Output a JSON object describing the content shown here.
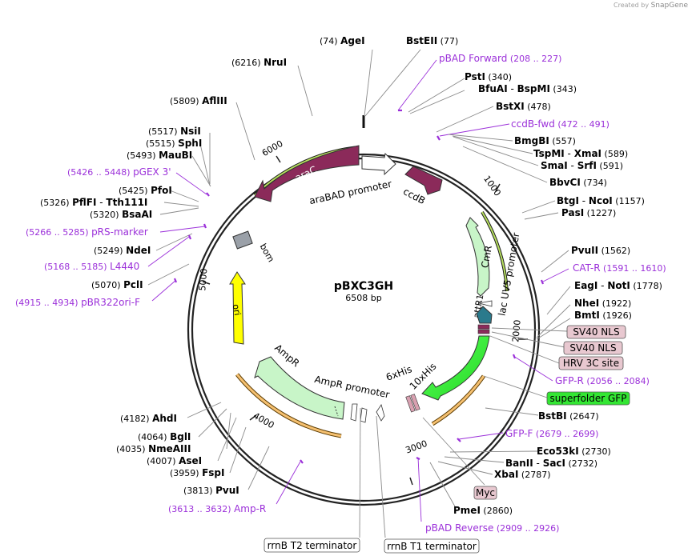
{
  "watermark": {
    "prefix": "Created by",
    "brand": "SnapGene"
  },
  "plasmid": {
    "name": "pBXC3GH",
    "length_label": "6508 bp",
    "length_bp": 6508
  },
  "colors": {
    "enzyme": "#000000",
    "primer": "#9b30d9",
    "arac": "#8b2a5a",
    "cmr": "#c8f5c8",
    "ori": "#ffff00",
    "sfgfp": "#33e633",
    "ampr": "#c8f5c8",
    "bom": "#9aa0a8",
    "neutral": "#ffffff"
  },
  "scale_ticks": [
    "1000",
    "2000",
    "3000",
    "4000",
    "5000",
    "6000"
  ],
  "features": [
    {
      "name": "araC",
      "label": "araC",
      "color": "#8b2a5a",
      "label_color": "#ffffff"
    },
    {
      "name": "araBAD-promoter",
      "label": "araBAD promoter",
      "color": "#ffffff",
      "label_color": "#000000"
    },
    {
      "name": "ccdB",
      "label": "ccdB",
      "color": "#8b2a5a",
      "label_color": "#000000"
    },
    {
      "name": "CmR",
      "label": "CmR",
      "color": "#c8f5c8",
      "label_color": "#000000"
    },
    {
      "name": "lac-UV5-promoter",
      "label": "lac UV5 promoter",
      "color": "#ffffff",
      "label_color": "#000000"
    },
    {
      "name": "attR1",
      "label": "attR1",
      "color": "#2a7a8c",
      "label_color": "#000000"
    },
    {
      "name": "10xHis",
      "label": "10xHis",
      "color": "#d8a0b0",
      "label_color": "#000000"
    },
    {
      "name": "6xHis",
      "label": "6xHis",
      "color": "#d8a0b0",
      "label_color": "#000000"
    },
    {
      "name": "AmpR-promoter",
      "label": "AmpR promoter",
      "color": "#ffffff",
      "label_color": "#000000"
    },
    {
      "name": "AmpR",
      "label": "AmpR",
      "color": "#c8f5c8",
      "label_color": "#000000"
    },
    {
      "name": "ori",
      "label": "ori",
      "color": "#ffff00",
      "label_color": "#000000"
    },
    {
      "name": "bom",
      "label": "bom",
      "color": "#9aa0a8",
      "label_color": "#000000"
    }
  ],
  "labels": [
    {
      "id": "ageI",
      "kind": "enzyme",
      "pos": "(74)",
      "name": "AgeI"
    },
    {
      "id": "bsteii",
      "kind": "enzyme",
      "name": "BstEII",
      "pos": "(77)"
    },
    {
      "id": "nruI",
      "kind": "enzyme",
      "pos": "(6216)",
      "name": "NruI"
    },
    {
      "id": "pbadfwd",
      "kind": "primer",
      "name": "pBAD Forward",
      "pos": "(208 .. 227)"
    },
    {
      "id": "pstI",
      "kind": "enzyme",
      "name": "PstI",
      "pos": "(340)"
    },
    {
      "id": "bfuai",
      "kind": "enzyme",
      "name": "BfuAI",
      "name2": "BspMI",
      "pos": "(343)"
    },
    {
      "id": "afliii",
      "kind": "enzyme",
      "pos": "(5809)",
      "name": "AflIII"
    },
    {
      "id": "bstxi",
      "kind": "enzyme",
      "name": "BstXI",
      "pos": "(478)"
    },
    {
      "id": "ccdbfwd",
      "kind": "primer",
      "name": "ccdB-fwd",
      "pos": "(472 .. 491)"
    },
    {
      "id": "nsiI",
      "kind": "enzyme",
      "pos": "(5517)",
      "name": "NsiI"
    },
    {
      "id": "sphI",
      "kind": "enzyme",
      "pos": "(5515)",
      "name": "SphI"
    },
    {
      "id": "bmgbi",
      "kind": "enzyme",
      "name": "BmgBI",
      "pos": "(557)"
    },
    {
      "id": "maubi",
      "kind": "enzyme",
      "pos": "(5493)",
      "name": "MauBI"
    },
    {
      "id": "tspmi",
      "kind": "enzyme",
      "name": "TspMI",
      "name2": "XmaI",
      "pos": "(589)"
    },
    {
      "id": "smaI",
      "kind": "enzyme",
      "name": "SmaI",
      "name2": "SrfI",
      "pos": "(591)"
    },
    {
      "id": "pgex3",
      "kind": "primer",
      "pos": "(5426 .. 5448)",
      "name": "pGEX 3'"
    },
    {
      "id": "bbvci",
      "kind": "enzyme",
      "name": "BbvCI",
      "pos": "(734)"
    },
    {
      "id": "pfoI",
      "kind": "enzyme",
      "pos": "(5425)",
      "name": "PfoI"
    },
    {
      "id": "pflfi",
      "kind": "enzyme",
      "pos": "(5326)",
      "name": "PflFI",
      "name2": "Tth111I"
    },
    {
      "id": "btgI",
      "kind": "enzyme",
      "name": "BtgI",
      "name2": "NcoI",
      "pos": "(1157)"
    },
    {
      "id": "bsaai",
      "kind": "enzyme",
      "pos": "(5320)",
      "name": "BsaAI"
    },
    {
      "id": "pasI",
      "kind": "enzyme",
      "name": "PasI",
      "pos": "(1227)"
    },
    {
      "id": "prsmarker",
      "kind": "primer",
      "pos": "(5266 .. 5285)",
      "name": "pRS-marker"
    },
    {
      "id": "ndeI",
      "kind": "enzyme",
      "pos": "(5249)",
      "name": "NdeI"
    },
    {
      "id": "pvuII",
      "kind": "enzyme",
      "name": "PvuII",
      "pos": "(1562)"
    },
    {
      "id": "l4440",
      "kind": "primer",
      "pos": "(5168 .. 5185)",
      "name": "L4440"
    },
    {
      "id": "catr",
      "kind": "primer",
      "name": "CAT-R",
      "pos": "(1591 .. 1610)"
    },
    {
      "id": "pclI",
      "kind": "enzyme",
      "pos": "(5070)",
      "name": "PclI"
    },
    {
      "id": "eagI",
      "kind": "enzyme",
      "name": "EagI",
      "name2": "NotI",
      "pos": "(1778)"
    },
    {
      "id": "pbr322",
      "kind": "primer",
      "pos": "(4915 .. 4934)",
      "name": "pBR322ori-F"
    },
    {
      "id": "nheI",
      "kind": "enzyme",
      "name": "NheI",
      "pos": "(1922)"
    },
    {
      "id": "bmtI",
      "kind": "enzyme",
      "name": "BmtI",
      "pos": "(1926)"
    },
    {
      "id": "gfpr",
      "kind": "primer",
      "name": "GFP-R",
      "pos": "(2056 .. 2084)"
    },
    {
      "id": "bstbi",
      "kind": "enzyme",
      "name": "BstBI",
      "pos": "(2647)"
    },
    {
      "id": "ahdI",
      "kind": "enzyme",
      "pos": "(4182)",
      "name": "AhdI"
    },
    {
      "id": "gfpf",
      "kind": "primer",
      "name": "GFP-F",
      "pos": "(2679 .. 2699)"
    },
    {
      "id": "bglI",
      "kind": "enzyme",
      "pos": "(4064)",
      "name": "BglI"
    },
    {
      "id": "nmeaiii",
      "kind": "enzyme",
      "pos": "(4035)",
      "name": "NmeAIII"
    },
    {
      "id": "eco53ki",
      "kind": "enzyme",
      "name": "Eco53kI",
      "pos": "(2730)"
    },
    {
      "id": "aseI",
      "kind": "enzyme",
      "pos": "(4007)",
      "name": "AseI"
    },
    {
      "id": "banII",
      "kind": "enzyme",
      "name": "BanII",
      "name2": "SacI",
      "pos": "(2732)"
    },
    {
      "id": "fspI",
      "kind": "enzyme",
      "pos": "(3959)",
      "name": "FspI"
    },
    {
      "id": "xbaI",
      "kind": "enzyme",
      "name": "XbaI",
      "pos": "(2787)"
    },
    {
      "id": "pvuI",
      "kind": "enzyme",
      "pos": "(3813)",
      "name": "PvuI"
    },
    {
      "id": "pmeI",
      "kind": "enzyme",
      "name": "PmeI",
      "pos": "(2860)"
    },
    {
      "id": "ampr_primer",
      "kind": "primer",
      "pos": "(3613 .. 3632)",
      "name": "Amp-R"
    },
    {
      "id": "pbadrev",
      "kind": "primer",
      "name": "pBAD Reverse",
      "pos": "(2909 .. 2926)"
    }
  ],
  "boxed_labels": [
    {
      "id": "sv40a",
      "text": "SV40 NLS",
      "fill": "#e8c8d0"
    },
    {
      "id": "sv40b",
      "text": "SV40 NLS",
      "fill": "#e8c8d0"
    },
    {
      "id": "hrv",
      "text": "HRV 3C site",
      "fill": "#e8c8d0"
    },
    {
      "id": "sfgfp",
      "text": "superfolder GFP",
      "fill": "#33e633"
    },
    {
      "id": "myc",
      "text": "Myc",
      "fill": "#e8c8d0"
    },
    {
      "id": "t2",
      "text": "rrnB T2 terminator",
      "fill": "#ffffff"
    },
    {
      "id": "t1",
      "text": "rrnB T1 terminator",
      "fill": "#ffffff"
    }
  ]
}
